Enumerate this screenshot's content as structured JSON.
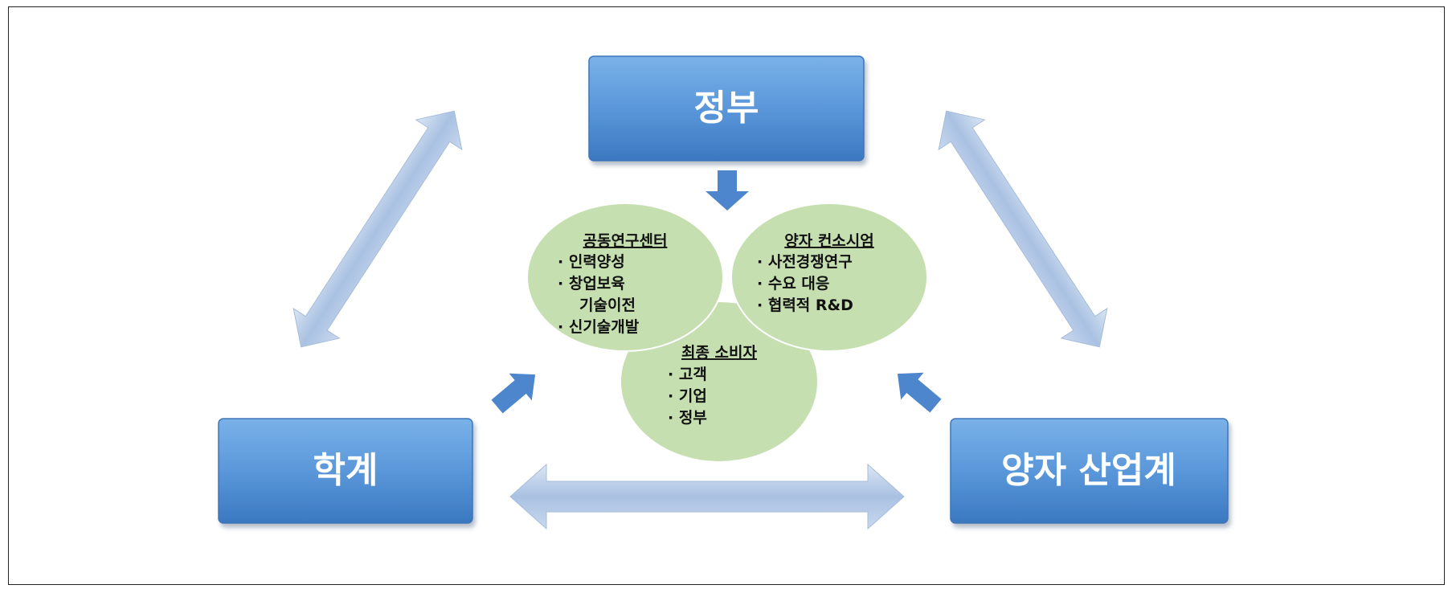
{
  "nodes": {
    "government": "정부",
    "academia": "학계",
    "industry": "양자 산업계"
  },
  "circles": {
    "joint_research": {
      "title": "공동연구센터",
      "items": [
        "·  인력양성",
        "·  창업보육",
        "기술이전",
        "·  신기술개발"
      ]
    },
    "consortium": {
      "title": "양자 컨소시엄",
      "items": [
        "·  사전경쟁연구",
        "·  수요 대응",
        "·  협력적 R&D"
      ]
    },
    "end_consumer": {
      "title": "최종 소비자",
      "items": [
        "·  고객",
        "·  기업",
        "·  정부"
      ]
    }
  },
  "colors": {
    "box_fill_top": "#6aa6e0",
    "box_fill_bottom": "#3f7fc8",
    "circle_fill": "#c6dfb0",
    "arrow_fill": "#b4c9e6",
    "small_arrow_fill": "#4d86cc"
  }
}
